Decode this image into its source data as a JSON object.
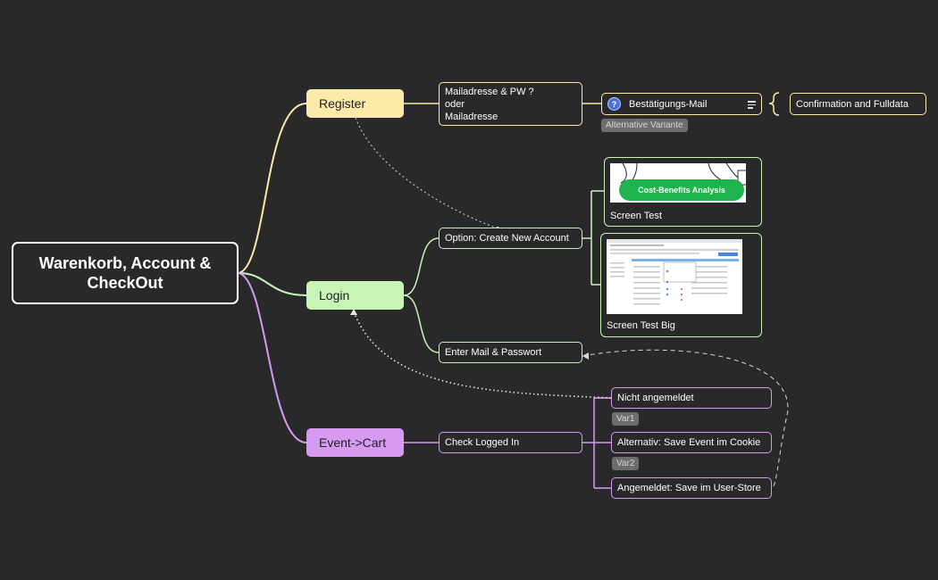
{
  "root": {
    "title": "Warenkorb, Account & CheckOut"
  },
  "branches": {
    "register": {
      "label": "Register"
    },
    "login": {
      "label": "Login"
    },
    "event": {
      "label": "Event->Cart"
    }
  },
  "register_children": {
    "mail_lines": [
      "Mailadresse & PW ?",
      "oder",
      "Mailadresse"
    ],
    "confirm": {
      "label": "Bestätigungs-Mail",
      "icon": "question-icon"
    },
    "alt_badge": "Alternative Variante",
    "summary": "Confirmation and Fulldata"
  },
  "login_children": {
    "create_account": "Option: Create New Account",
    "enter_mail": "Enter Mail & Passwort",
    "screen_test": {
      "caption": "Screen Test",
      "thumb_text": "Cost-Benefits Analysis"
    },
    "screen_test_big": {
      "caption": "Screen Test Big"
    }
  },
  "event_children": {
    "check_logged": "Check Logged In",
    "not_logged": "Nicht angemeldet",
    "var1": "Var1",
    "alt_cookie": "Alternativ: Save Event im Cookie",
    "var2": "Var2",
    "logged_store": "Angemeldet: Save im User-Store"
  },
  "colors": {
    "background": "#29292c",
    "register": "#fde9a8",
    "login": "#c8f5b6",
    "event": "#d79af3",
    "root_border": "#ffffff"
  }
}
